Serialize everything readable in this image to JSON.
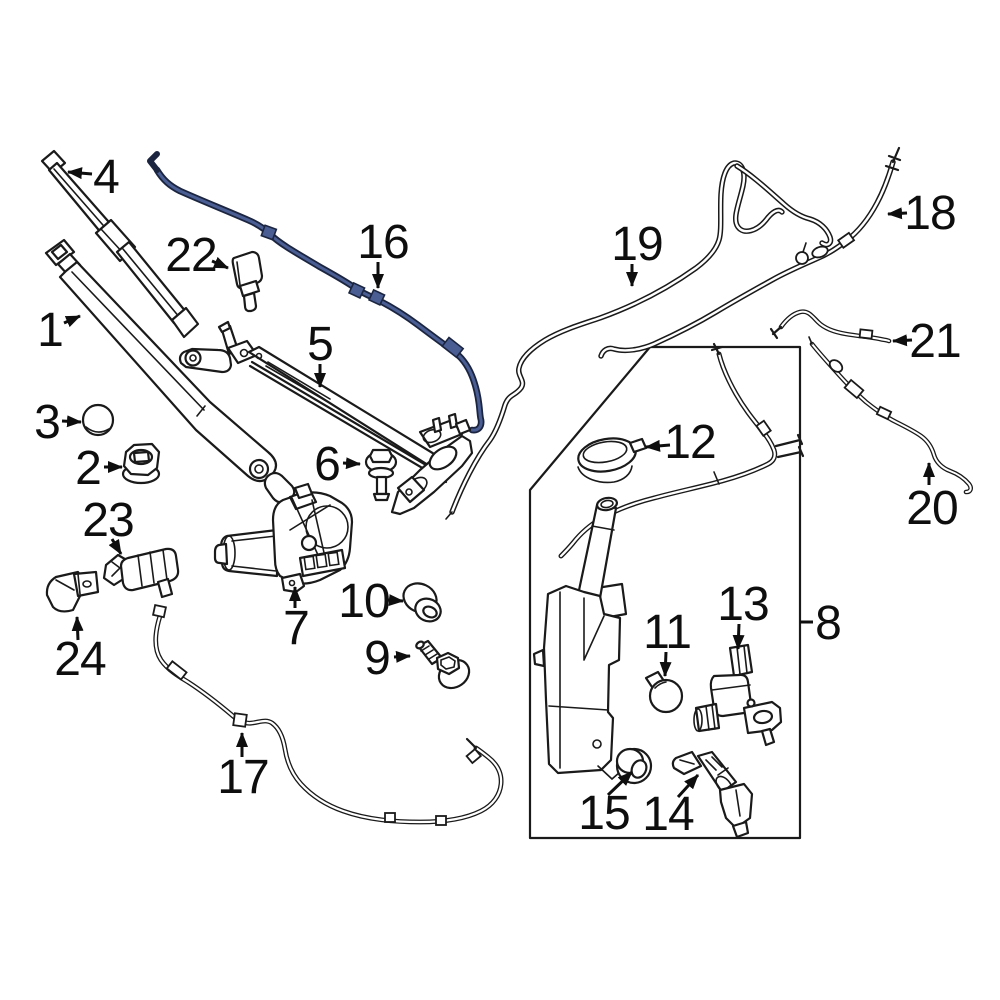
{
  "diagram": {
    "background_color": "#ffffff",
    "line_color": "#1a1a1a",
    "highlight_hose_color": "#4a5e94",
    "callouts": [
      {
        "number": "1"
      },
      {
        "number": "2"
      },
      {
        "number": "3"
      },
      {
        "number": "4"
      },
      {
        "number": "5"
      },
      {
        "number": "6"
      },
      {
        "number": "7"
      },
      {
        "number": "8"
      },
      {
        "number": "9"
      },
      {
        "number": "10"
      },
      {
        "number": "11"
      },
      {
        "number": "12"
      },
      {
        "number": "13"
      },
      {
        "number": "14"
      },
      {
        "number": "15"
      },
      {
        "number": "16"
      },
      {
        "number": "17"
      },
      {
        "number": "18"
      },
      {
        "number": "19"
      },
      {
        "number": "20"
      },
      {
        "number": "21"
      },
      {
        "number": "22"
      },
      {
        "number": "23"
      },
      {
        "number": "24"
      }
    ]
  }
}
